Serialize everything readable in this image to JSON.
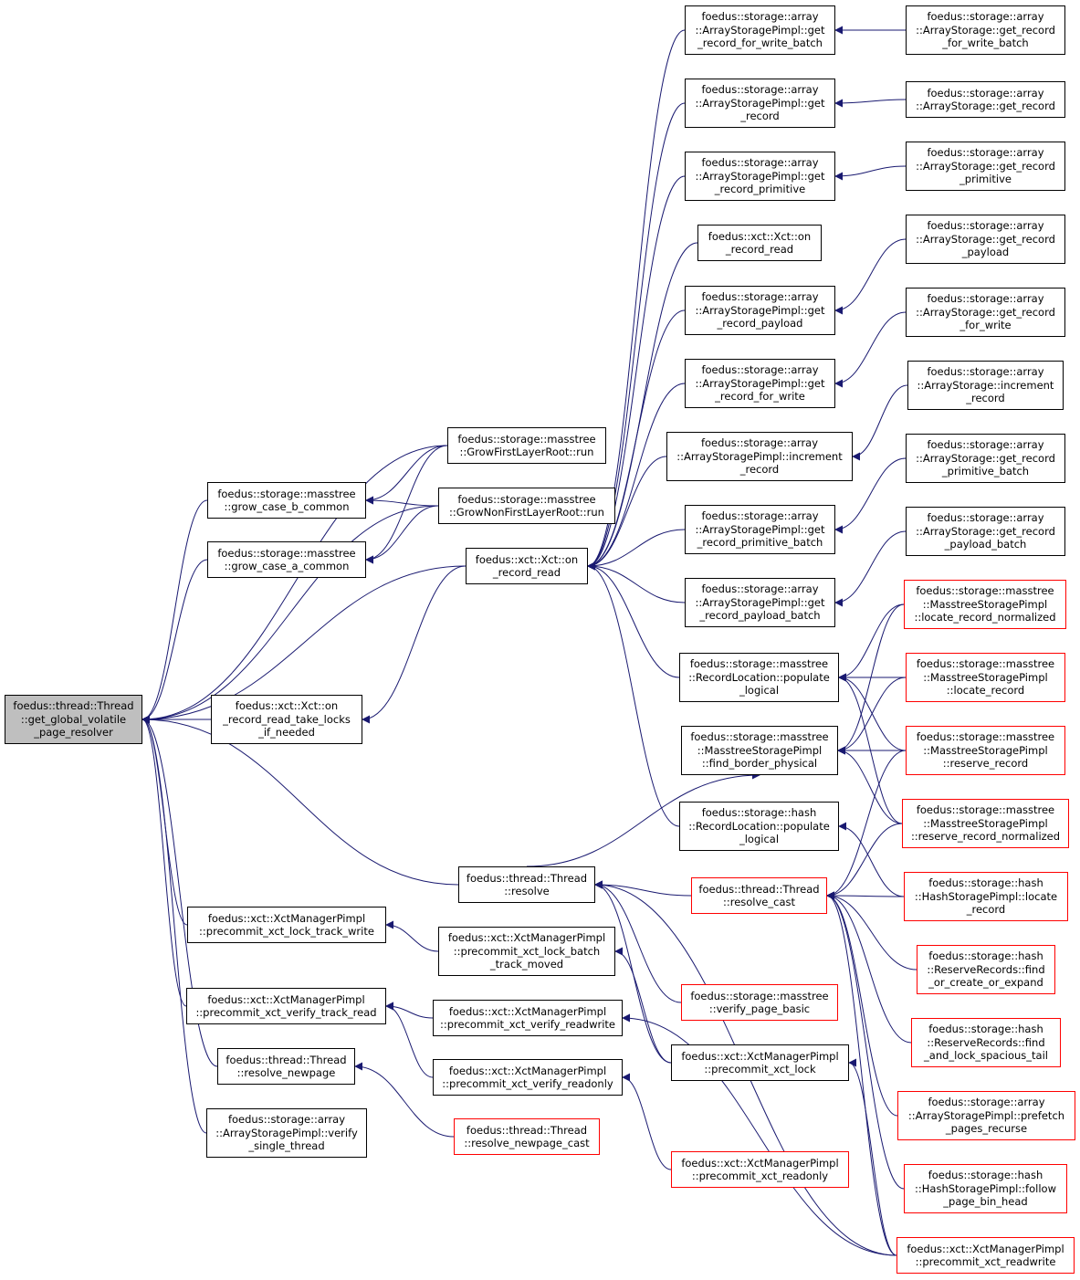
{
  "diagram": {
    "edge_color": "#191970",
    "nodes": [
      {
        "id": "root",
        "label": "foedus::thread::Thread\n::get_global_volatile\n_page_resolver",
        "style": "root"
      },
      {
        "id": "n_arr_pimpl_getrec_write_batch",
        "label": "foedus::storage::array\n::ArrayStoragePimpl::get\n_record_for_write_batch",
        "style": "black"
      },
      {
        "id": "n_arr_getrec_write_batch",
        "label": "foedus::storage::array\n::ArrayStorage::get_record\n_for_write_batch",
        "style": "black"
      },
      {
        "id": "n_arr_pimpl_getrec",
        "label": "foedus::storage::array\n::ArrayStoragePimpl::get\n_record",
        "style": "black"
      },
      {
        "id": "n_arr_getrec",
        "label": "foedus::storage::array\n::ArrayStorage::get_record",
        "style": "black"
      },
      {
        "id": "n_arr_pimpl_getrec_prim",
        "label": "foedus::storage::array\n::ArrayStoragePimpl::get\n_record_primitive",
        "style": "black"
      },
      {
        "id": "n_arr_getrec_prim",
        "label": "foedus::storage::array\n::ArrayStorage::get_record\n_primitive",
        "style": "black"
      },
      {
        "id": "n_xct_onread_top",
        "label": "foedus::xct::Xct::on\n_record_read",
        "style": "black"
      },
      {
        "id": "n_arr_pimpl_getrec_payload",
        "label": "foedus::storage::array\n::ArrayStoragePimpl::get\n_record_payload",
        "style": "black"
      },
      {
        "id": "n_arr_getrec_payload",
        "label": "foedus::storage::array\n::ArrayStorage::get_record\n_payload",
        "style": "black"
      },
      {
        "id": "n_arr_pimpl_getrec_forwrite",
        "label": "foedus::storage::array\n::ArrayStoragePimpl::get\n_record_for_write",
        "style": "black"
      },
      {
        "id": "n_arr_getrec_forwrite",
        "label": "foedus::storage::array\n::ArrayStorage::get_record\n_for_write",
        "style": "black"
      },
      {
        "id": "n_arr_pimpl_incr",
        "label": "foedus::storage::array\n::ArrayStoragePimpl::increment\n_record",
        "style": "black"
      },
      {
        "id": "n_arr_incr",
        "label": "foedus::storage::array\n::ArrayStorage::increment\n_record",
        "style": "black"
      },
      {
        "id": "n_mt_growfirst",
        "label": "foedus::storage::masstree\n::GrowFirstLayerRoot::run",
        "style": "black"
      },
      {
        "id": "n_mt_grow_b",
        "label": "foedus::storage::masstree\n::grow_case_b_common",
        "style": "black"
      },
      {
        "id": "n_mt_grownonfirst",
        "label": "foedus::storage::masstree\n::GrowNonFirstLayerRoot::run",
        "style": "black"
      },
      {
        "id": "n_arr_pimpl_getrec_prim_batch",
        "label": "foedus::storage::array\n::ArrayStoragePimpl::get\n_record_primitive_batch",
        "style": "black"
      },
      {
        "id": "n_arr_getrec_prim_batch",
        "label": "foedus::storage::array\n::ArrayStorage::get_record\n_primitive_batch",
        "style": "black"
      },
      {
        "id": "n_mt_grow_a",
        "label": "foedus::storage::masstree\n::grow_case_a_common",
        "style": "black"
      },
      {
        "id": "n_xct_onread",
        "label": "foedus::xct::Xct::on\n_record_read",
        "style": "black"
      },
      {
        "id": "n_arr_pimpl_getrec_payload_batch",
        "label": "foedus::storage::array\n::ArrayStoragePimpl::get\n_record_payload_batch",
        "style": "black"
      },
      {
        "id": "n_arr_getrec_payload_batch",
        "label": "foedus::storage::array\n::ArrayStorage::get_record\n_payload_batch",
        "style": "black"
      },
      {
        "id": "n_mt_pimpl_locate_norm",
        "label": "foedus::storage::masstree\n::MasstreeStoragePimpl\n::locate_record_normalized",
        "style": "red"
      },
      {
        "id": "n_mt_recloc_populate",
        "label": "foedus::storage::masstree\n::RecordLocation::populate\n_logical",
        "style": "black"
      },
      {
        "id": "n_mt_pimpl_locate",
        "label": "foedus::storage::masstree\n::MasstreeStoragePimpl\n::locate_record",
        "style": "red"
      },
      {
        "id": "n_xct_onread_locks",
        "label": "foedus::xct::Xct::on\n_record_read_take_locks\n_if_needed",
        "style": "black"
      },
      {
        "id": "n_mt_pimpl_border",
        "label": "foedus::storage::masstree\n::MasstreeStoragePimpl\n::find_border_physical",
        "style": "black"
      },
      {
        "id": "n_mt_pimpl_reserve",
        "label": "foedus::storage::masstree\n::MasstreeStoragePimpl\n::reserve_record",
        "style": "red"
      },
      {
        "id": "n_hash_recloc_populate",
        "label": "foedus::storage::hash\n::RecordLocation::populate\n_logical",
        "style": "black"
      },
      {
        "id": "n_mt_pimpl_reserve_norm",
        "label": "foedus::storage::masstree\n::MasstreeStoragePimpl\n::reserve_record_normalized",
        "style": "red"
      },
      {
        "id": "n_thread_resolve",
        "label": "foedus::thread::Thread\n::resolve",
        "style": "black"
      },
      {
        "id": "n_thread_resolve_cast",
        "label": "foedus::thread::Thread\n::resolve_cast",
        "style": "red"
      },
      {
        "id": "n_hash_pimpl_locate",
        "label": "foedus::storage::hash\n::HashStoragePimpl::locate\n_record",
        "style": "red"
      },
      {
        "id": "n_xm_lock_track_write",
        "label": "foedus::xct::XctManagerPimpl\n::precommit_xct_lock_track_write",
        "style": "black"
      },
      {
        "id": "n_xm_lock_batch_moved",
        "label": "foedus::xct::XctManagerPimpl\n::precommit_xct_lock_batch\n_track_moved",
        "style": "black"
      },
      {
        "id": "n_hash_find_or_create",
        "label": "foedus::storage::hash\n::ReserveRecords::find\n_or_create_or_expand",
        "style": "red"
      },
      {
        "id": "n_mt_verify_page",
        "label": "foedus::storage::masstree\n::verify_page_basic",
        "style": "red"
      },
      {
        "id": "n_xm_verify_track_read",
        "label": "foedus::xct::XctManagerPimpl\n::precommit_xct_verify_track_read",
        "style": "black"
      },
      {
        "id": "n_xm_verify_rw",
        "label": "foedus::xct::XctManagerPimpl\n::precommit_xct_verify_readwrite",
        "style": "black"
      },
      {
        "id": "n_hash_find_lock",
        "label": "foedus::storage::hash\n::ReserveRecords::find\n_and_lock_spacious_tail",
        "style": "red"
      },
      {
        "id": "n_thread_resolve_newpage",
        "label": "foedus::thread::Thread\n::resolve_newpage",
        "style": "black"
      },
      {
        "id": "n_xm_lock",
        "label": "foedus::xct::XctManagerPimpl\n::precommit_xct_lock",
        "style": "black"
      },
      {
        "id": "n_xm_verify_ro",
        "label": "foedus::xct::XctManagerPimpl\n::precommit_xct_verify_readonly",
        "style": "black"
      },
      {
        "id": "n_arr_pimpl_prefetch",
        "label": "foedus::storage::array\n::ArrayStoragePimpl::prefetch\n_pages_recurse",
        "style": "red"
      },
      {
        "id": "n_arr_pimpl_verify_single",
        "label": "foedus::storage::array\n::ArrayStoragePimpl::verify\n_single_thread",
        "style": "black"
      },
      {
        "id": "n_thread_resolve_newpage_cast",
        "label": "foedus::thread::Thread\n::resolve_newpage_cast",
        "style": "red"
      },
      {
        "id": "n_xm_readonly",
        "label": "foedus::xct::XctManagerPimpl\n::precommit_xct_readonly",
        "style": "red"
      },
      {
        "id": "n_hash_pimpl_follow",
        "label": "foedus::storage::hash\n::HashStoragePimpl::follow\n_page_bin_head",
        "style": "red"
      },
      {
        "id": "n_xm_readwrite",
        "label": "foedus::xct::XctManagerPimpl\n::precommit_xct_readwrite",
        "style": "red"
      }
    ],
    "edges": [
      [
        "n_mt_growfirst",
        "root"
      ],
      [
        "n_mt_grow_b",
        "root"
      ],
      [
        "n_mt_grow_a",
        "root"
      ],
      [
        "n_mt_grownonfirst",
        "root"
      ],
      [
        "n_xct_onread",
        "root"
      ],
      [
        "n_xct_onread_locks",
        "root"
      ],
      [
        "n_thread_resolve",
        "root"
      ],
      [
        "n_xm_lock_track_write",
        "root"
      ],
      [
        "n_xm_verify_track_read",
        "root"
      ],
      [
        "n_thread_resolve_newpage",
        "root"
      ],
      [
        "n_arr_pimpl_verify_single",
        "root"
      ],
      [
        "n_mt_growfirst",
        "n_mt_grow_b"
      ],
      [
        "n_mt_grownonfirst",
        "n_mt_grow_b"
      ],
      [
        "n_mt_growfirst",
        "n_mt_grow_a"
      ],
      [
        "n_mt_grownonfirst",
        "n_mt_grow_a"
      ],
      [
        "n_arr_pimpl_getrec_write_batch",
        "n_xct_onread"
      ],
      [
        "n_arr_pimpl_getrec",
        "n_xct_onread"
      ],
      [
        "n_arr_pimpl_getrec_prim",
        "n_xct_onread"
      ],
      [
        "n_xct_onread_top",
        "n_xct_onread"
      ],
      [
        "n_arr_pimpl_getrec_payload",
        "n_xct_onread"
      ],
      [
        "n_arr_pimpl_getrec_forwrite",
        "n_xct_onread"
      ],
      [
        "n_arr_pimpl_incr",
        "n_xct_onread"
      ],
      [
        "n_arr_pimpl_getrec_prim_batch",
        "n_xct_onread"
      ],
      [
        "n_arr_pimpl_getrec_payload_batch",
        "n_xct_onread"
      ],
      [
        "n_mt_recloc_populate",
        "n_xct_onread"
      ],
      [
        "n_hash_recloc_populate",
        "n_xct_onread"
      ],
      [
        "n_xct_onread",
        "n_xct_onread_locks"
      ],
      [
        "n_arr_getrec_write_batch",
        "n_arr_pimpl_getrec_write_batch"
      ],
      [
        "n_arr_getrec",
        "n_arr_pimpl_getrec"
      ],
      [
        "n_arr_getrec_prim",
        "n_arr_pimpl_getrec_prim"
      ],
      [
        "n_arr_getrec_payload",
        "n_arr_pimpl_getrec_payload"
      ],
      [
        "n_arr_getrec_forwrite",
        "n_arr_pimpl_getrec_forwrite"
      ],
      [
        "n_arr_incr",
        "n_arr_pimpl_incr"
      ],
      [
        "n_arr_getrec_prim_batch",
        "n_arr_pimpl_getrec_prim_batch"
      ],
      [
        "n_arr_getrec_payload_batch",
        "n_arr_pimpl_getrec_payload_batch"
      ],
      [
        "n_mt_pimpl_locate_norm",
        "n_mt_recloc_populate"
      ],
      [
        "n_mt_pimpl_locate",
        "n_mt_recloc_populate"
      ],
      [
        "n_mt_pimpl_reserve",
        "n_mt_recloc_populate"
      ],
      [
        "n_mt_pimpl_reserve_norm",
        "n_mt_recloc_populate"
      ],
      [
        "n_mt_pimpl_locate_norm",
        "n_mt_pimpl_border"
      ],
      [
        "n_mt_pimpl_locate",
        "n_mt_pimpl_border"
      ],
      [
        "n_mt_pimpl_reserve",
        "n_mt_pimpl_border"
      ],
      [
        "n_mt_pimpl_reserve_norm",
        "n_mt_pimpl_border"
      ],
      [
        "n_thread_resolve",
        "n_mt_pimpl_border"
      ],
      [
        "n_hash_pimpl_locate",
        "n_hash_recloc_populate"
      ],
      [
        "n_thread_resolve_cast",
        "n_thread_resolve"
      ],
      [
        "n_mt_verify_page",
        "n_thread_resolve"
      ],
      [
        "n_xm_lock",
        "n_thread_resolve"
      ],
      [
        "n_xm_readwrite",
        "n_thread_resolve"
      ],
      [
        "n_mt_pimpl_reserve",
        "n_thread_resolve_cast"
      ],
      [
        "n_mt_pimpl_reserve_norm",
        "n_thread_resolve_cast"
      ],
      [
        "n_hash_pimpl_locate",
        "n_thread_resolve_cast"
      ],
      [
        "n_hash_find_or_create",
        "n_thread_resolve_cast"
      ],
      [
        "n_hash_find_lock",
        "n_thread_resolve_cast"
      ],
      [
        "n_arr_pimpl_prefetch",
        "n_thread_resolve_cast"
      ],
      [
        "n_hash_pimpl_follow",
        "n_thread_resolve_cast"
      ],
      [
        "n_xm_readwrite",
        "n_thread_resolve_cast"
      ],
      [
        "n_xm_lock_batch_moved",
        "n_xm_lock_track_write"
      ],
      [
        "n_xm_lock",
        "n_xm_lock_batch_moved"
      ],
      [
        "n_xm_verify_rw",
        "n_xm_verify_track_read"
      ],
      [
        "n_xm_verify_ro",
        "n_xm_verify_track_read"
      ],
      [
        "n_xm_readwrite",
        "n_xm_verify_rw"
      ],
      [
        "n_xm_readwrite",
        "n_xm_lock"
      ],
      [
        "n_xm_readonly",
        "n_xm_verify_ro"
      ],
      [
        "n_thread_resolve_newpage_cast",
        "n_thread_resolve_newpage"
      ]
    ]
  }
}
